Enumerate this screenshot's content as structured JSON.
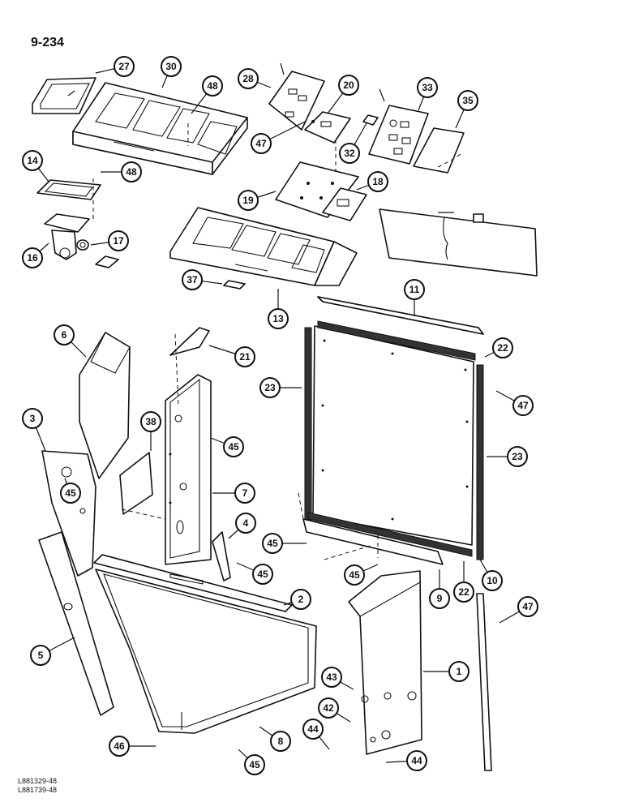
{
  "page_id": "9-234",
  "footer_codes": [
    "L881329-48",
    "L881739-48"
  ],
  "callouts": [
    {
      "id": "27",
      "label": "27"
    },
    {
      "id": "30",
      "label": "30"
    },
    {
      "id": "48a",
      "label": "48"
    },
    {
      "id": "28",
      "label": "28"
    },
    {
      "id": "20",
      "label": "20"
    },
    {
      "id": "33",
      "label": "33"
    },
    {
      "id": "35",
      "label": "35"
    },
    {
      "id": "47a",
      "label": "47"
    },
    {
      "id": "32",
      "label": "32"
    },
    {
      "id": "14",
      "label": "14"
    },
    {
      "id": "48b",
      "label": "48"
    },
    {
      "id": "18",
      "label": "18"
    },
    {
      "id": "19",
      "label": "19"
    },
    {
      "id": "16",
      "label": "16"
    },
    {
      "id": "17",
      "label": "17"
    },
    {
      "id": "37",
      "label": "37"
    },
    {
      "id": "13",
      "label": "13"
    },
    {
      "id": "11",
      "label": "11"
    },
    {
      "id": "6",
      "label": "6"
    },
    {
      "id": "21",
      "label": "21"
    },
    {
      "id": "22a",
      "label": "22"
    },
    {
      "id": "23a",
      "label": "23"
    },
    {
      "id": "47b",
      "label": "47"
    },
    {
      "id": "3",
      "label": "3"
    },
    {
      "id": "38",
      "label": "38"
    },
    {
      "id": "45a",
      "label": "45"
    },
    {
      "id": "23b",
      "label": "23"
    },
    {
      "id": "45b",
      "label": "45"
    },
    {
      "id": "7",
      "label": "7"
    },
    {
      "id": "4",
      "label": "4"
    },
    {
      "id": "45c",
      "label": "45"
    },
    {
      "id": "45d",
      "label": "45"
    },
    {
      "id": "2",
      "label": "2"
    },
    {
      "id": "45e",
      "label": "45"
    },
    {
      "id": "9",
      "label": "9"
    },
    {
      "id": "22b",
      "label": "22"
    },
    {
      "id": "10",
      "label": "10"
    },
    {
      "id": "47c",
      "label": "47"
    },
    {
      "id": "5",
      "label": "5"
    },
    {
      "id": "1",
      "label": "1"
    },
    {
      "id": "43",
      "label": "43"
    },
    {
      "id": "42",
      "label": "42"
    },
    {
      "id": "8",
      "label": "8"
    },
    {
      "id": "44a",
      "label": "44"
    },
    {
      "id": "46",
      "label": "46"
    },
    {
      "id": "45f",
      "label": "45"
    },
    {
      "id": "44b",
      "label": "44"
    }
  ]
}
